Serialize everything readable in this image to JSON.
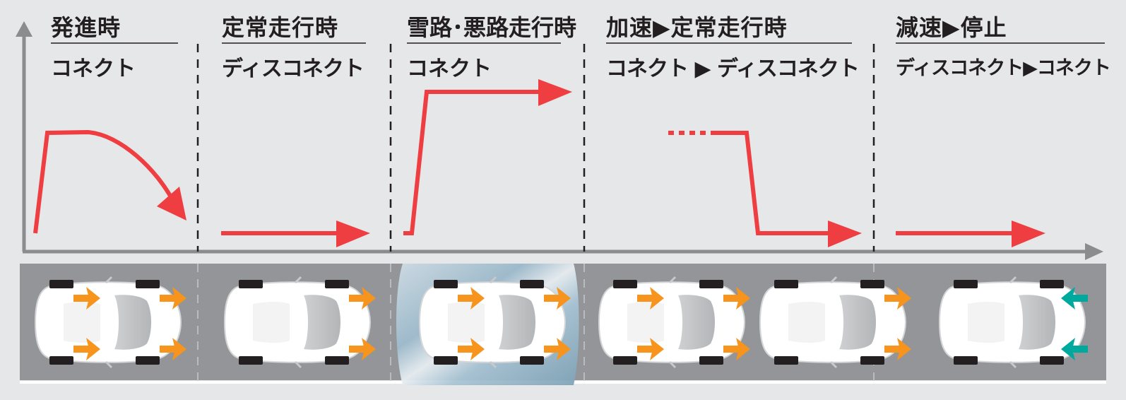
{
  "phases": [
    {
      "title": "発進時",
      "mode": "コネクト"
    },
    {
      "title": "定常走行時",
      "mode": "ディスコネクト"
    },
    {
      "title": "雪路･悪路走行時",
      "mode": "コネクト"
    },
    {
      "title": "加速▶定常走行時",
      "mode": "コネクト ▶ ディスコネクト"
    },
    {
      "title": "減速▶停止",
      "mode": "ディスコネクト▶コネクト"
    }
  ],
  "colors": {
    "background": "#e6e7e8",
    "road": "#939598",
    "torque_line": "#ef3e42",
    "drive_arrow": "#f7941d",
    "regen_arrow": "#00a99d",
    "axis": "#8a8c8e",
    "snow_patch": "#a9c6d6",
    "car_body": "#ffffff",
    "wheel": "#231f20"
  },
  "icons": [
    "car-top-view-icon",
    "drive-force-arrow-icon",
    "regen-force-arrow-icon",
    "dashed-divider"
  ]
}
